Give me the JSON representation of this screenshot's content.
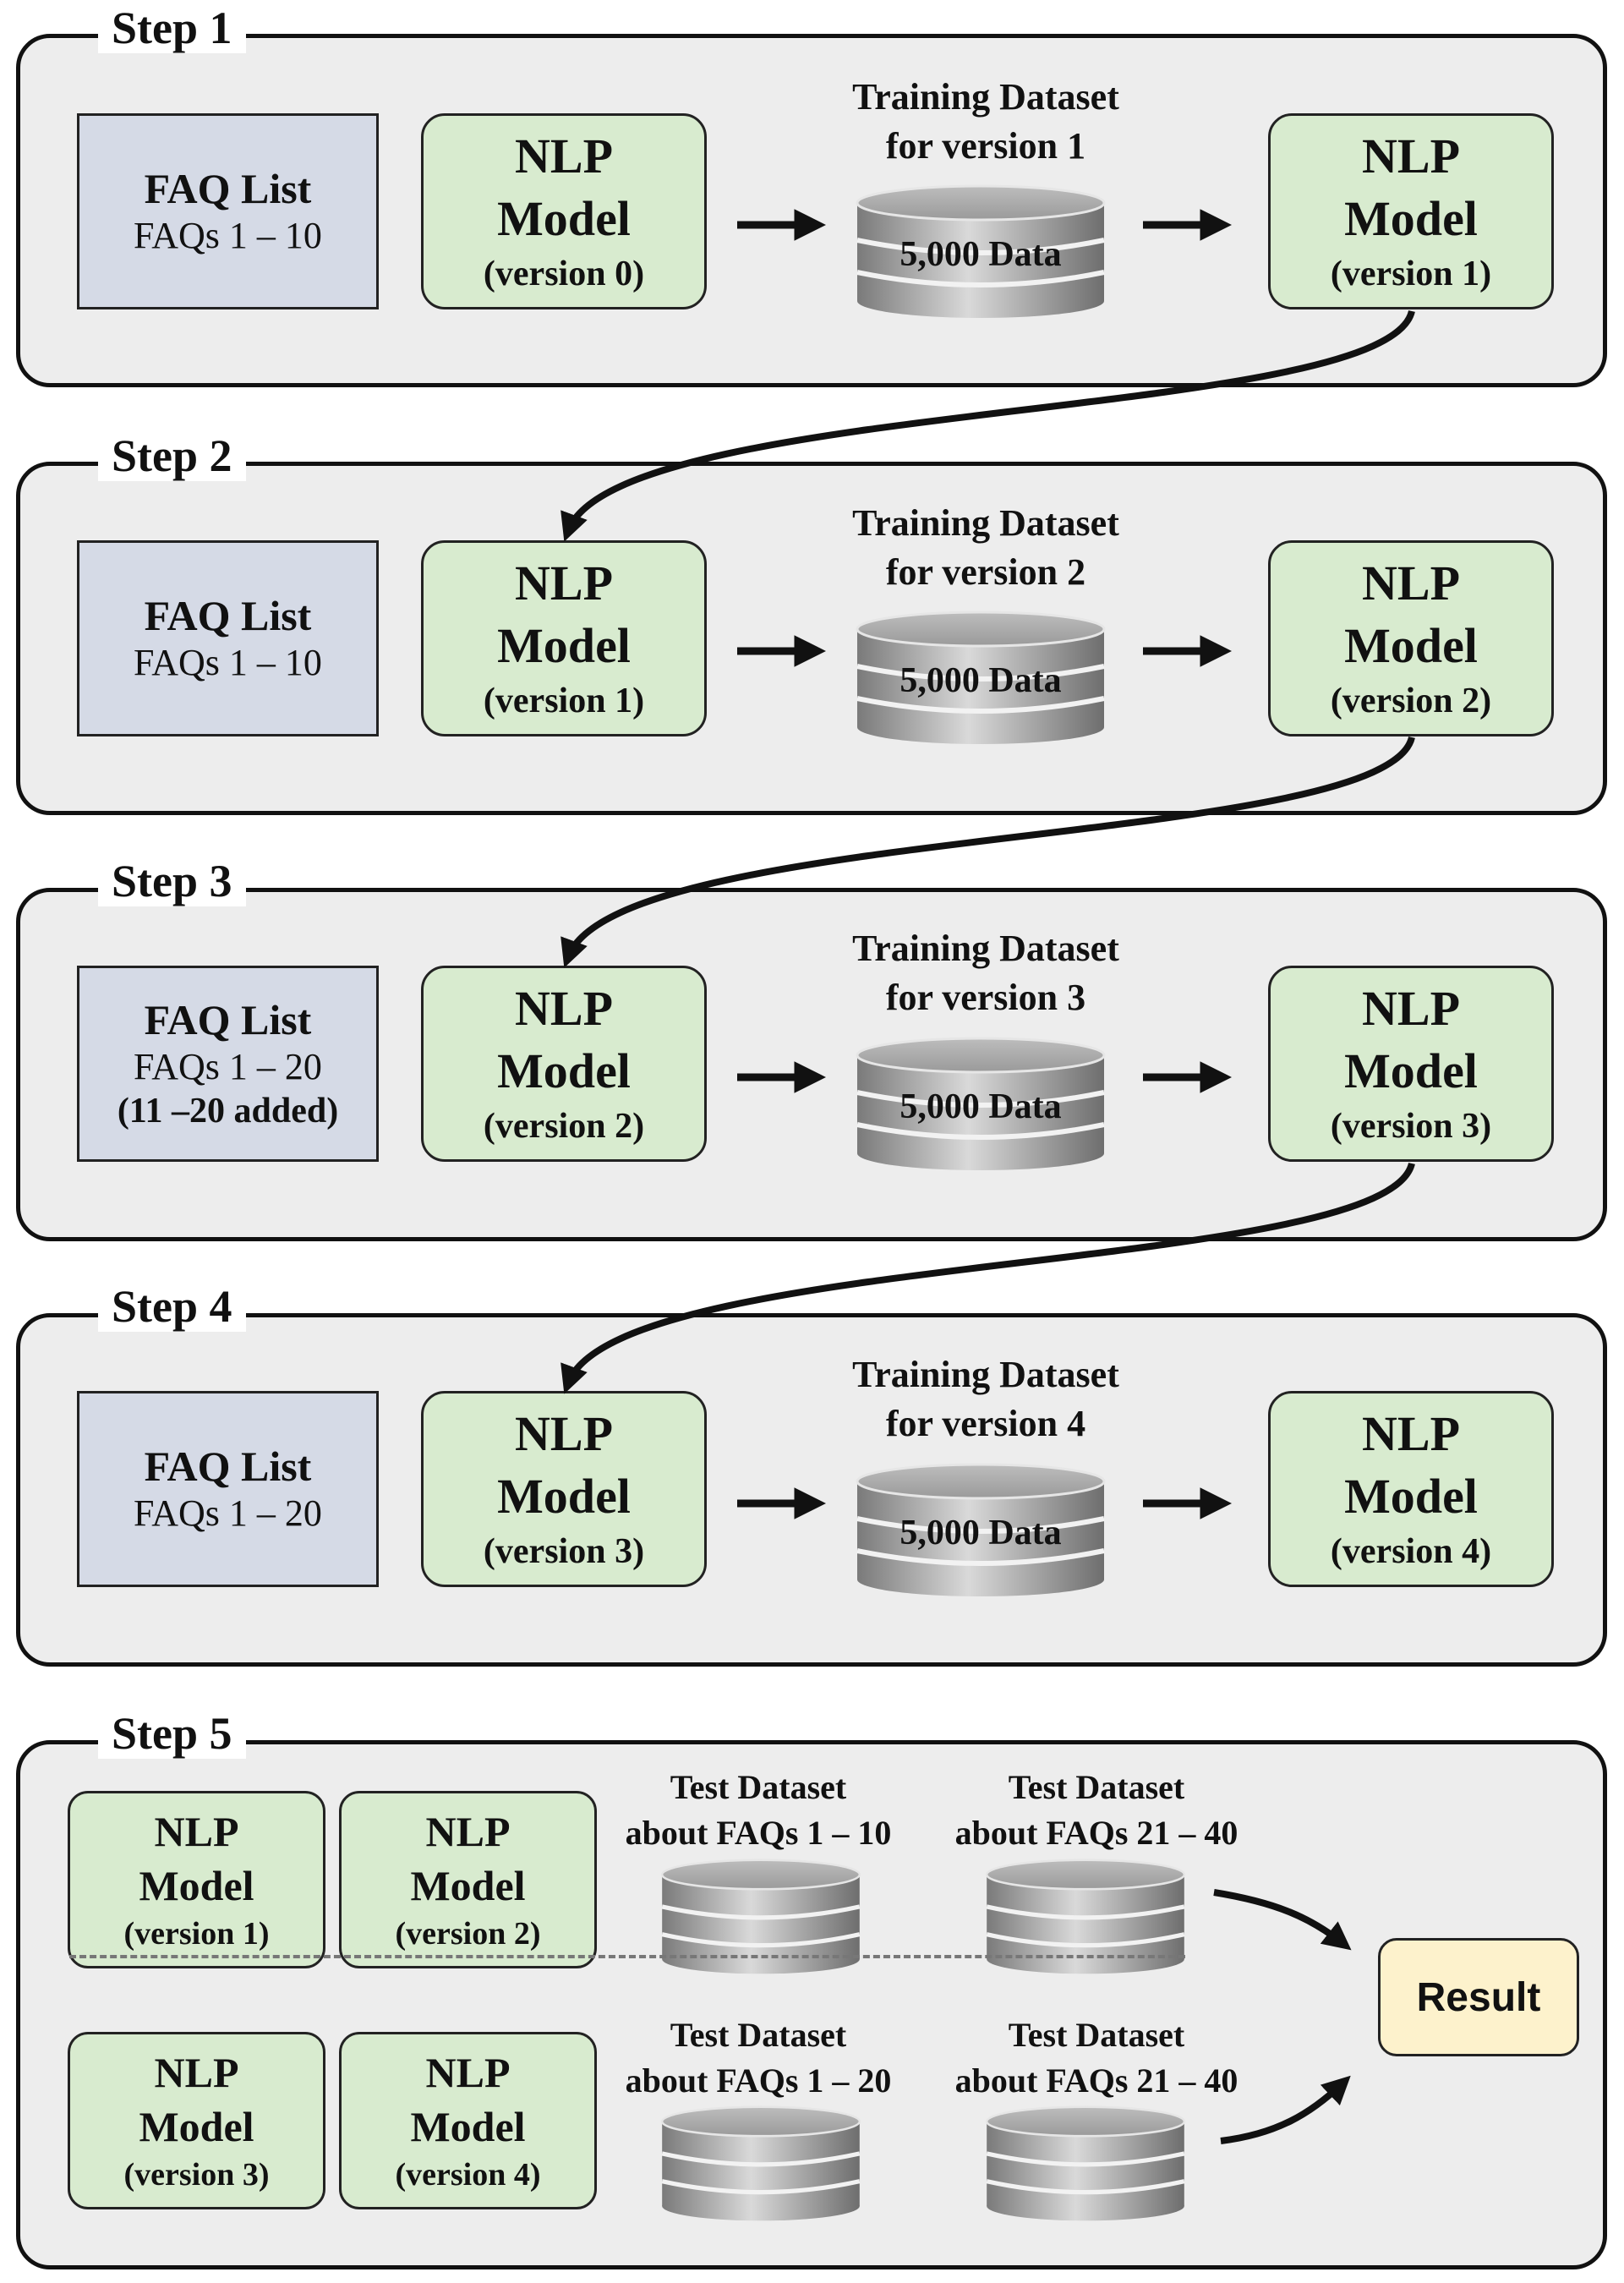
{
  "colors": {
    "panel": "#ededed",
    "faq_box": "#d5dae6",
    "model_box": "#d8ebcf",
    "result_box": "#fdf2cc",
    "arrow": "#111111",
    "cylinder": "#a6a6a6"
  },
  "steps": [
    {
      "title": "Step 1",
      "faq": {
        "title": "FAQ List",
        "range": "FAQs 1 – 10",
        "note": ""
      },
      "input_model": {
        "line1": "NLP",
        "line2": "Model",
        "version": "(version 0)"
      },
      "dataset": {
        "title_line1": "Training Dataset",
        "title_line2": "for version 1",
        "label": "5,000 Data"
      },
      "output_model": {
        "line1": "NLP",
        "line2": "Model",
        "version": "(version 1)"
      }
    },
    {
      "title": "Step 2",
      "faq": {
        "title": "FAQ List",
        "range": "FAQs 1 – 10",
        "note": ""
      },
      "input_model": {
        "line1": "NLP",
        "line2": "Model",
        "version": "(version 1)"
      },
      "dataset": {
        "title_line1": "Training Dataset",
        "title_line2": "for version 2",
        "label": "5,000 Data"
      },
      "output_model": {
        "line1": "NLP",
        "line2": "Model",
        "version": "(version 2)"
      }
    },
    {
      "title": "Step 3",
      "faq": {
        "title": "FAQ List",
        "range": "FAQs 1 – 20",
        "note": "(11 –20 added)"
      },
      "input_model": {
        "line1": "NLP",
        "line2": "Model",
        "version": "(version 2)"
      },
      "dataset": {
        "title_line1": "Training Dataset",
        "title_line2": "for version 3",
        "label": "5,000 Data"
      },
      "output_model": {
        "line1": "NLP",
        "line2": "Model",
        "version": "(version 3)"
      }
    },
    {
      "title": "Step 4",
      "faq": {
        "title": "FAQ List",
        "range": "FAQs 1 – 20",
        "note": ""
      },
      "input_model": {
        "line1": "NLP",
        "line2": "Model",
        "version": "(version 3)"
      },
      "dataset": {
        "title_line1": "Training Dataset",
        "title_line2": "for version 4",
        "label": "5,000 Data"
      },
      "output_model": {
        "line1": "NLP",
        "line2": "Model",
        "version": "(version 4)"
      }
    }
  ],
  "step5": {
    "title": "Step 5",
    "groups": [
      {
        "models": [
          {
            "line1": "NLP",
            "line2": "Model",
            "version": "(version 1)"
          },
          {
            "line1": "NLP",
            "line2": "Model",
            "version": "(version 2)"
          }
        ],
        "tests": [
          {
            "line1": "Test Dataset",
            "line2": "about FAQs 1 – 10"
          },
          {
            "line1": "Test Dataset",
            "line2": "about FAQs 21 – 40"
          }
        ]
      },
      {
        "models": [
          {
            "line1": "NLP",
            "line2": "Model",
            "version": "(version 3)"
          },
          {
            "line1": "NLP",
            "line2": "Model",
            "version": "(version 4)"
          }
        ],
        "tests": [
          {
            "line1": "Test Dataset",
            "line2": "about FAQs 1 – 20"
          },
          {
            "line1": "Test Dataset",
            "line2": "about FAQs 21 – 40"
          }
        ]
      }
    ],
    "result": "Result"
  }
}
